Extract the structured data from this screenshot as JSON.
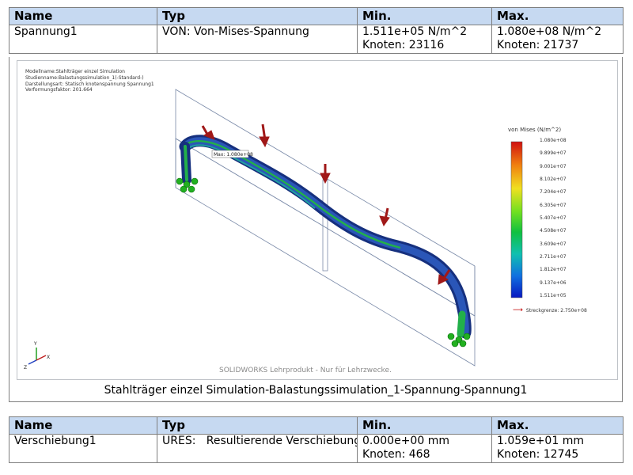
{
  "headers": {
    "name": "Name",
    "typ": "Typ",
    "min": "Min.",
    "max": "Max."
  },
  "stress": {
    "name": "Spannung1",
    "typ": "VON: Von-Mises-Spannung",
    "min_value": "1.511e+05 N/m^2",
    "min_node": "Knoten: 23116",
    "max_value": "1.080e+08 N/m^2",
    "max_node": "Knoten: 21737"
  },
  "view": {
    "info_lines": [
      "Modellname:Stahlträger einzel Simulation",
      "Studienname:Balastungssimulation_1(-Standard-)",
      "Darstellungsart: Statisch knotenspannung Spannung1",
      "Verformungsfaktor: 201.664"
    ],
    "max_label": "Max: 1.080e+08",
    "legend_title": "von Mises (N/m^2)",
    "legend_labels": [
      "1.080e+08",
      "9.899e+07",
      "9.001e+07",
      "8.102e+07",
      "7.204e+07",
      "6.305e+07",
      "5.407e+07",
      "4.508e+07",
      "3.609e+07",
      "2.711e+07",
      "1.812e+07",
      "9.137e+06",
      "1.511e+05"
    ],
    "yield_label": "Streckgrenze: 2.750e+08",
    "watermark": "SOLIDWORKS Lehrprodukt - Nur für Lehrzwecke.",
    "axis_labels": {
      "x": "X",
      "y": "Y",
      "z": "Z"
    },
    "colors": {
      "beam_blue": "#1f3f9a",
      "beam_green": "#22b04a",
      "load_arrow": "#a01818"
    }
  },
  "caption": "Stahlträger einzel Simulation-Balastungssimulation_1-Spannung-Spannung1",
  "displacement": {
    "name": "Verschiebung1",
    "typ": "URES:   Resultierende Verschiebung",
    "min_value": "0.000e+00 mm",
    "min_node": "Knoten: 468",
    "max_value": "1.059e+01 mm",
    "max_node": "Knoten: 12745"
  }
}
